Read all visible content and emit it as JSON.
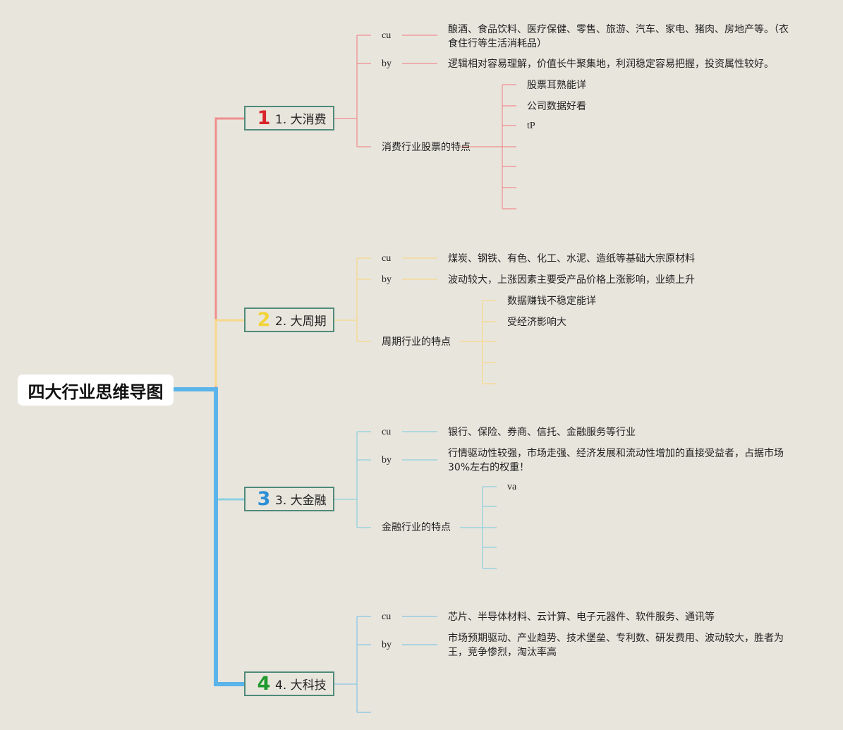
{
  "root": {
    "title": "四大行业思维导图"
  },
  "colors": {
    "consume": "#f08e8e",
    "cycle": "#f7d88c",
    "finance": "#8dd0df",
    "tech": "#86c5e6",
    "trunk": "#5ab4ea",
    "box_border": "#4f8a7a"
  },
  "branches": [
    {
      "number": "1",
      "number_color": "#d9252b",
      "label": "1. 大消费",
      "cu_key": "cu",
      "cu_text": "酿酒、食品饮料、医疗保健、零售、旅游、汽车、家电、猪肉、房地产等。（衣食住行等生活消耗品）",
      "by_key": "by",
      "by_text": "逻辑相对容易理解，价值长牛聚集地，利润稳定容易把握，投资属性较好。",
      "feature_label": "消费行业股票的特点",
      "features": [
        "股票耳熟能详",
        "公司数据好看",
        "tP"
      ]
    },
    {
      "number": "2",
      "number_color": "#f2d43a",
      "label": "2. 大周期",
      "cu_key": "cu",
      "cu_text": "煤炭、钢铁、有色、化工、水泥、造纸等基础大宗原材料",
      "by_key": "by",
      "by_text": "波动较大，上涨因素主要受产品价格上涨影响，业绩上升",
      "feature_label": "周期行业的特点",
      "features": [
        "数据赚钱不稳定能详",
        "受经济影响大"
      ]
    },
    {
      "number": "3",
      "number_color": "#2b8fd6",
      "label": "3. 大金融",
      "cu_key": "cu",
      "cu_text": "银行、保险、券商、信托、金融服务等行业",
      "by_key": "by",
      "by_text": "行情驱动性较强，市场走强、经济发展和流动性增加的直接受益者，占据市场30%左右的权重！",
      "feature_label": "金融行业的特点",
      "features": [
        "va"
      ]
    },
    {
      "number": "4",
      "number_color": "#1f9a2e",
      "label": "4. 大科技",
      "cu_key": "cu",
      "cu_text": "芯片、半导体材料、云计算、电子元器件、软件服务、通讯等",
      "by_key": "by",
      "by_text": "市场预期驱动、产业趋势、技术堡垒、专利数、研发费用、波动较大，胜者为王，竞争惨烈，淘汰率高"
    }
  ]
}
